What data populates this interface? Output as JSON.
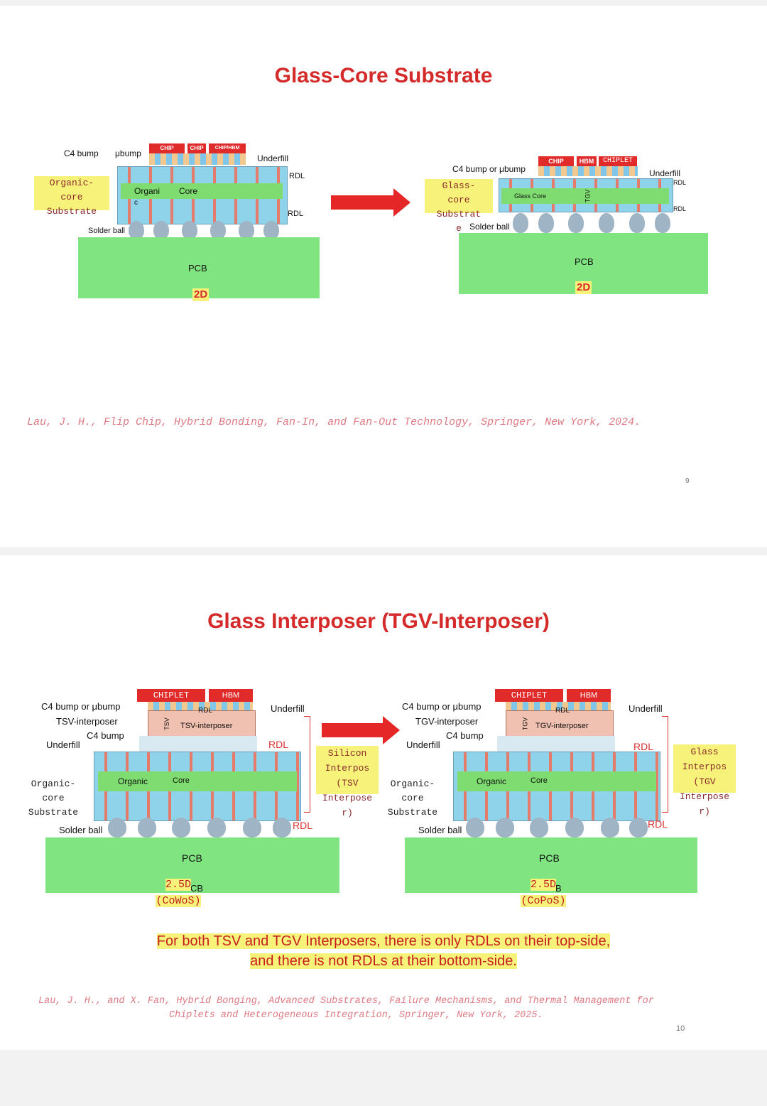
{
  "slide1": {
    "title": "Glass-Core Substrate",
    "left": {
      "c4": "C4 bump",
      "ubump": "μbump",
      "underfill": "Underfill",
      "rdl_top": "RDL",
      "rdl_bottom": "RDL",
      "solder": "Solder ball",
      "substrate_label": "Organic-\ncore\nSubstrate",
      "core_left": "Organi",
      "core_left2": "c",
      "core_right": "Core",
      "chips": [
        "CHIP",
        "CHIP",
        "CHIP/HBM"
      ],
      "pcb": "PCB",
      "tag": "2D"
    },
    "right": {
      "c4": "C4 bump or μbump",
      "underfill": "Underfill",
      "rdl_top": "RDL",
      "rdl_bottom": "RDL",
      "solder": "Solder ball",
      "substrate_label": "Glass-\ncore\nSubstrat\ne",
      "core": "Glass Core",
      "tgv": "TGV",
      "chips": [
        "CHIP",
        "HBM",
        "CHIPLET"
      ],
      "pcb": "PCB",
      "tag": "2D"
    },
    "reference": "Lau, J. H., Flip Chip, Hybrid Bonding, Fan-In, and Fan-Out Technology, Springer, New York, 2024.",
    "page": "9"
  },
  "slide2": {
    "title": "Glass Interposer (TGV-Interposer)",
    "left": {
      "chips": [
        "CHIPLET",
        "HBM"
      ],
      "rdl_small": "RDL",
      "tsv": "TSV",
      "interposer": "TSV-interposer",
      "c4_ubump": "C4 bump or μbump",
      "interposer_lbl": "TSV-interposer",
      "c4": "C4 bump",
      "underfill_left": "Underfill",
      "underfill_right": "Underfill",
      "rdl_mid": "RDL",
      "rdl_bot": "RDL",
      "substrate_label": "Organic-\ncore\nSubstrate",
      "core_organic": "Organic",
      "core_core": "Core",
      "solder": "Solder ball",
      "side_label": "Silicon\nInterpos\n(TSV\nInterpose\nr)",
      "pcb": "PCB",
      "tag": "2.5D\n(CoWoS)",
      "tag_ghost": "CB"
    },
    "right": {
      "chips": [
        "CHIPLET",
        "HBM"
      ],
      "rdl_small": "RDL",
      "tgv": "TGV",
      "interposer": "TGV-interposer",
      "c4_ubump": "C4 bump or μbump",
      "interposer_lbl": "TGV-interposer",
      "c4": "C4 bump",
      "underfill_left": "Underfill",
      "underfill_right": "Underfill",
      "rdl_mid": "RDL",
      "rdl_bot": "RDL",
      "substrate_label": "Organic-\ncore\nSubstrate",
      "core_organic": "Organic",
      "core_core": "Core",
      "solder": "Solder ball",
      "side_label": "Glass\nInterpos\n(TGV\nInterpose\nr)",
      "pcb": "PCB",
      "tag": "2.5D\n(CoPoS)",
      "tag_ghost": "B"
    },
    "note_line1": "For both TSV and TGV Interposers, there is only RDLs on their top-side,",
    "note_line2": "and there is not RDLs at their bottom-side.",
    "reference_line1": "Lau, J. H., and X. Fan, Hybrid Bonging, Advanced Substrates, Failure Mechanisms, and Thermal Management for",
    "reference_line2": "Chiplets and Heterogeneous Integration,  Springer, New York, 2025.",
    "page": "10"
  },
  "colors": {
    "title": "#d52a2a",
    "highlight": "#f7f37a",
    "pcb": "#80e580",
    "chip": "#e12b2b",
    "reference": "#e07a84"
  }
}
